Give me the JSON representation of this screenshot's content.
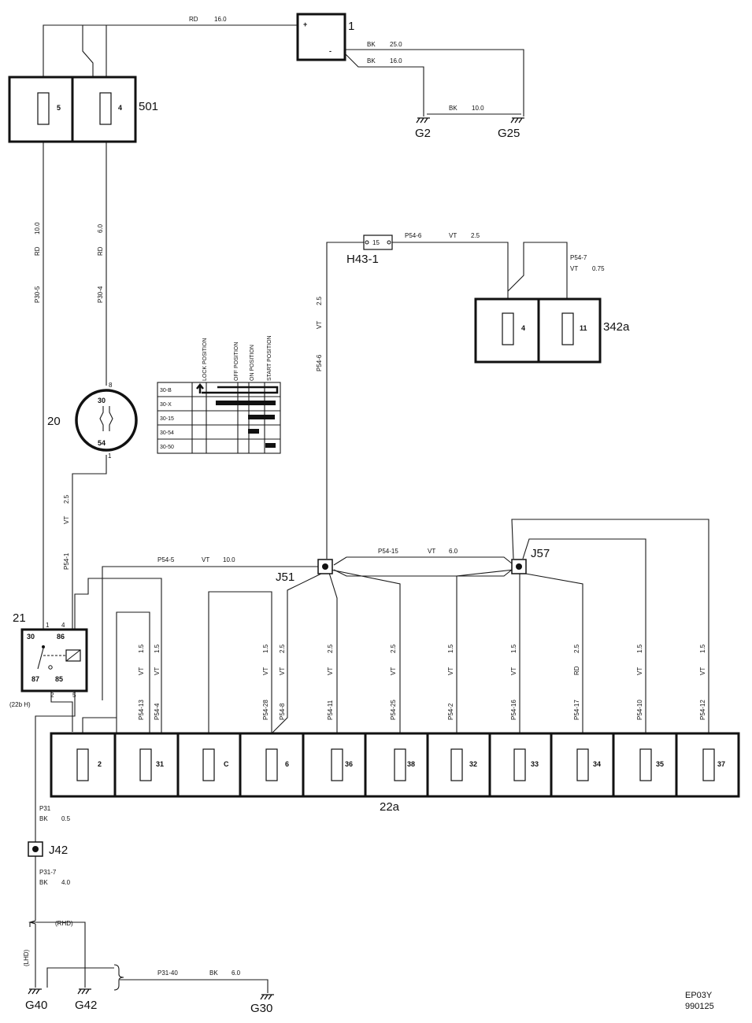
{
  "components": {
    "battery": {
      "id": "1",
      "plus": "+",
      "minus": "-"
    },
    "fuse_box_501": {
      "id": "501",
      "fuses": [
        "5",
        "4"
      ]
    },
    "ignition_switch": {
      "id": "20",
      "pins": [
        "8",
        "30",
        "54",
        "1"
      ]
    },
    "relay_21": {
      "id": "21",
      "pins": [
        "1",
        "4",
        "30",
        "86",
        "87",
        "85",
        "2",
        "5"
      ],
      "note": "(22b H)"
    },
    "fuse_h43": {
      "id": "H43-1",
      "fuse": "15"
    },
    "fuse_box_342a": {
      "id": "342a",
      "fuses": [
        "4",
        "11"
      ]
    },
    "fuse_box_22a": {
      "id": "22a",
      "fuses": [
        "2",
        "31",
        "C",
        "6",
        "36",
        "38",
        "32",
        "33",
        "34",
        "35",
        "37"
      ]
    },
    "splices": {
      "j51": "J51",
      "j57": "J57",
      "j42": "J42"
    },
    "grounds": {
      "g2": "G2",
      "g25": "G25",
      "g40": "G40",
      "g42": "G42",
      "g30": "G30"
    }
  },
  "switch_table": {
    "headers": [
      "LOCK POSITION",
      "OFF POSITION",
      "ON POSITION",
      "START POSITION"
    ],
    "rows": [
      "30-B",
      "30-X",
      "30-15",
      "30-54",
      "30-50"
    ]
  },
  "wires": {
    "rd160": {
      "color": "RD",
      "size": "16.0"
    },
    "bk250": {
      "color": "BK",
      "size": "25.0"
    },
    "bk160": {
      "color": "BK",
      "size": "16.0"
    },
    "bk100": {
      "color": "BK",
      "size": "10.0"
    },
    "p30_5": {
      "circuit": "P30-5",
      "color": "RD",
      "size": "10.0"
    },
    "p30_4": {
      "circuit": "P30-4",
      "color": "RD",
      "size": "6.0"
    },
    "p54_1": {
      "circuit": "P54-1",
      "color": "VT",
      "size": "2.5"
    },
    "p54_6": {
      "circuit": "P54-6",
      "color": "VT",
      "size": "2.5"
    },
    "p54_6h": {
      "circuit": "P54-6",
      "color": "VT",
      "size": "2.5"
    },
    "p54_7": {
      "circuit": "P54-7",
      "color": "VT",
      "size": "0.75"
    },
    "p54_5": {
      "circuit": "P54-5",
      "color": "VT",
      "size": "10.0"
    },
    "p54_15": {
      "circuit": "P54-15",
      "color": "VT",
      "size": "6.0"
    },
    "drops": [
      {
        "circuit": "P54-13",
        "color": "VT",
        "size": "1.5"
      },
      {
        "circuit": "P54-4",
        "color": "VT",
        "size": "1.5"
      },
      {
        "circuit": "P54-28",
        "color": "VT",
        "size": "1.5"
      },
      {
        "circuit": "P54-8",
        "color": "VT",
        "size": "2.5"
      },
      {
        "circuit": "P54-11",
        "color": "VT",
        "size": "2.5"
      },
      {
        "circuit": "P54-25",
        "color": "VT",
        "size": "2.5"
      },
      {
        "circuit": "P54-2",
        "color": "VT",
        "size": "1.5"
      },
      {
        "circuit": "P54-16",
        "color": "VT",
        "size": "1.5"
      },
      {
        "circuit": "P54-17",
        "color": "RD",
        "size": "2.5"
      },
      {
        "circuit": "P54-10",
        "color": "VT",
        "size": "1.5"
      },
      {
        "circuit": "P54-12",
        "color": "VT",
        "size": "1.5"
      }
    ],
    "p31": {
      "circuit": "P31",
      "color": "BK",
      "size": "0.5"
    },
    "p31_7": {
      "circuit": "P31-7",
      "color": "BK",
      "size": "4.0"
    },
    "p31_40": {
      "circuit": "P31-40",
      "color": "BK",
      "size": "6.0"
    },
    "rhd": "(RHD)",
    "lhd": "(LHD)"
  },
  "footer": {
    "code": "EP03Y",
    "date": "990125"
  }
}
